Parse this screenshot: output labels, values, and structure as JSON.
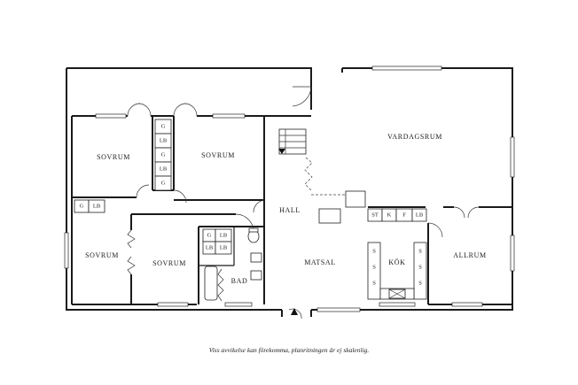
{
  "rooms": {
    "sovrum_1": "SOVRUM",
    "sovrum_2": "SOVRUM",
    "sovrum_3": "SOVRUM",
    "sovrum_4": "SOVRUM",
    "vardagsrum": "VARDAGSRUM",
    "hall": "HALL",
    "matsal": "MATSAL",
    "bad": "BAD",
    "kok": "KÖK",
    "allrum": "ALLRUM"
  },
  "fixtures": {
    "closet_g": "G",
    "closet_lb": "LB",
    "kitchen_st": "ST",
    "kitchen_k": "K",
    "kitchen_f": "F",
    "kitchen_lb": "LB",
    "kitchen_s": "S"
  },
  "caption": "Viss avvikelse kan förekomma, planritningen är ej skalenlig."
}
